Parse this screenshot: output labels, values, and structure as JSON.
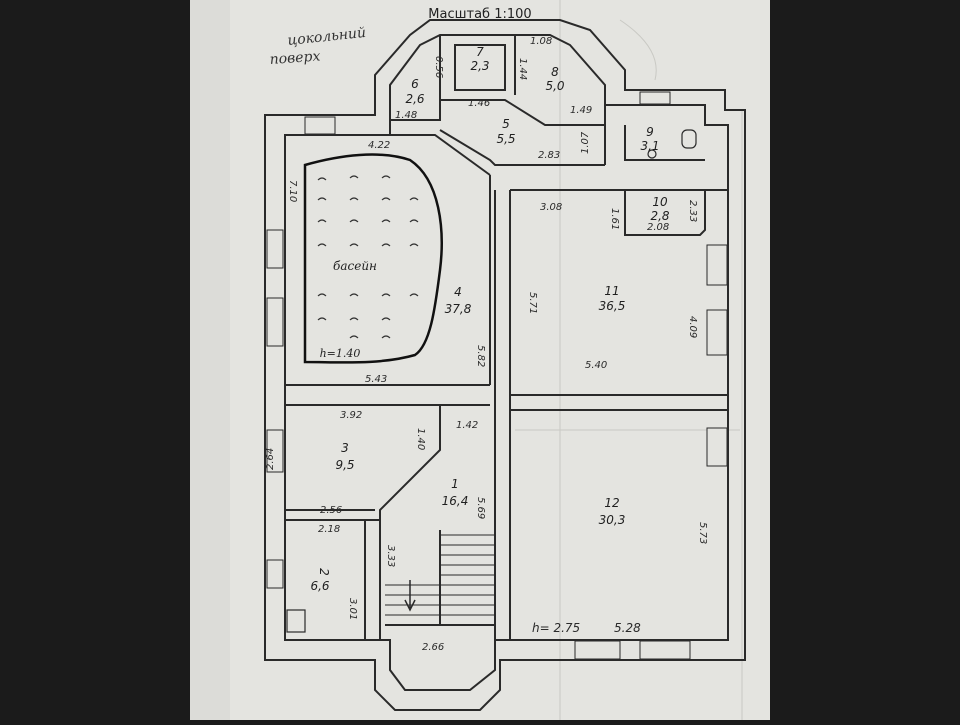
{
  "sheet": {
    "scale_label": "Масштаб 1:100",
    "floor_title_line1": "цокольний",
    "floor_title_line2": "поверх"
  },
  "rooms": [
    {
      "id": "1",
      "num": "1",
      "area": "16,4"
    },
    {
      "id": "2",
      "num": "2",
      "area": "6,6"
    },
    {
      "id": "3",
      "num": "3",
      "area": "9,5"
    },
    {
      "id": "4",
      "num": "4",
      "area": "37,8"
    },
    {
      "id": "5",
      "num": "5",
      "area": "5,5"
    },
    {
      "id": "6",
      "num": "6",
      "area": "2,6"
    },
    {
      "id": "7",
      "num": "7",
      "area": "2,3"
    },
    {
      "id": "8",
      "num": "8",
      "area": "5,0"
    },
    {
      "id": "9",
      "num": "9",
      "area": "3,1"
    },
    {
      "id": "10",
      "num": "10",
      "area": "2,8"
    },
    {
      "id": "11",
      "num": "11",
      "area": "36,5"
    },
    {
      "id": "12",
      "num": "12",
      "area": "30,3"
    }
  ],
  "pool": {
    "label": "басейн",
    "depth": "h=1.40"
  },
  "dimensions": {
    "d_4_22": "4.22",
    "d_7_10": "7.10",
    "d_5_43": "5.43",
    "d_5_82": "5.82",
    "d_3_92": "3.92",
    "d_1_42": "1.42",
    "d_1_40": "1.40",
    "d_2_64": "2.64",
    "d_2_56": "2.56",
    "d_5_69": "5.69",
    "d_2_18": "2.18",
    "d_3_33": "3.33",
    "d_3_01": "3.01",
    "d_2_66": "2.66",
    "d_1_48": "1.48",
    "d_1_46": "1.46",
    "d_0_56": "0.56",
    "d_1_08": "1.08",
    "d_1_44": "1.44",
    "d_1_49": "1.49",
    "d_2_83": "2.83",
    "d_1_07": "1.07",
    "d_3_08": "3.08",
    "d_1_61": "1.61",
    "d_2_33": "2.33",
    "d_2_08": "2.08",
    "d_5_71": "5.71",
    "d_5_40": "5.40",
    "d_4_09": "4.09",
    "d_5_73": "5.73",
    "d_5_28": "5.28",
    "d_h": "h= 2.75"
  }
}
